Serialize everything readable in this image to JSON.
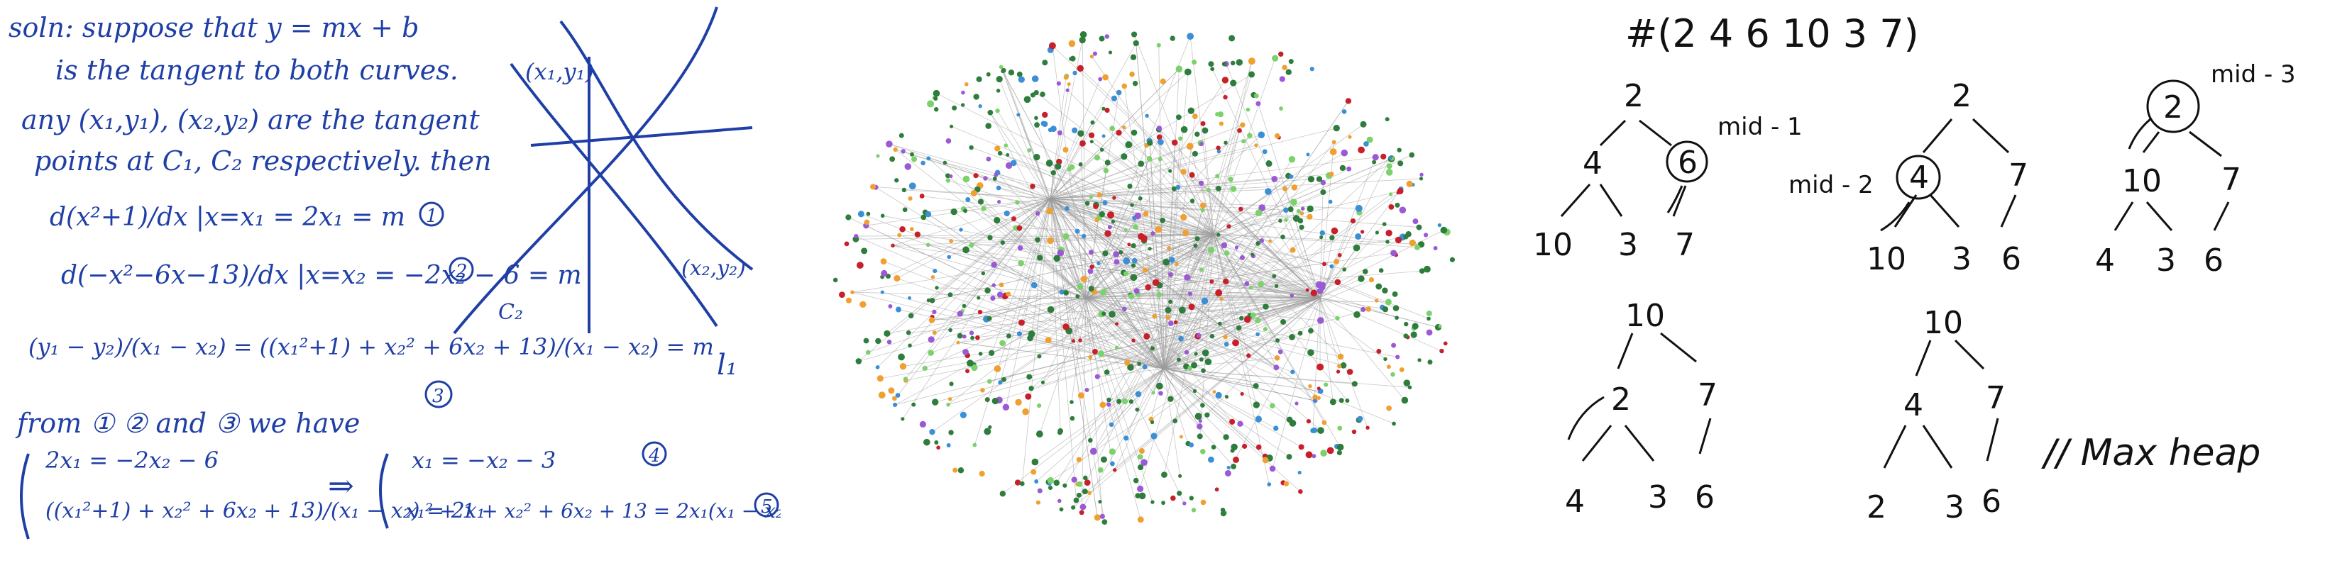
{
  "colors": {
    "ink": "#1f3fa6",
    "pencil": "#111111",
    "edge": "#9a9a9a",
    "node_green": "#2f7d3c",
    "node_blue": "#3a8fd6",
    "node_red": "#c8202a",
    "node_orange": "#f0a030",
    "node_purple": "#9b59d6",
    "node_lightgreen": "#7bd16b"
  },
  "math": {
    "line1": "soln: suppose that y = mx + b",
    "line2": "is the tangent to both curves.",
    "line3": "any (x₁,y₁), (x₂,y₂) are the tangent",
    "line4": "points at C₁, C₂ respectively. then",
    "eq1": "d(x²+1)/dx |x=x₁ = 2x₁ = m",
    "eq1_tag": "1",
    "eq2": "d(−x²−6x−13)/dx |x=x₂ = −2x₂ − 6 = m",
    "eq2_tag": "2",
    "eq3": "(y₁ − y₂)/(x₁ − x₂) = ((x₁²+1) + x₂² + 6x₂ + 13)/(x₁ − x₂) = m",
    "eq3_l1": "l₁",
    "eq3_tag": "3",
    "line_from": "from ① ② and ③ we have",
    "sys_left_1": "2x₁ = −2x₂ − 6",
    "sys_left_2": "((x₁²+1) + x₂² + 6x₂ + 13)/(x₁ − x₂) = 2x₁",
    "arrow": "⇒",
    "sys_right_1": "x₁ = −x₂ − 3",
    "sys_right_1_tag": "4",
    "sys_right_2": "x₁² + 1 + x₂² + 6x₂ + 13 = 2x₁(x₁ − x₂)",
    "sys_right_2_tag": "5",
    "point1": "(x₁,y₁)",
    "point2": "(x₂,y₂)",
    "curve_c2": "C₂",
    "curve_l1": "l₁"
  },
  "heap": {
    "title": "#(2  4  6  10  3  7)",
    "tree1": {
      "root": "2",
      "left": "4",
      "right": "6",
      "ll": "10",
      "lr": "3",
      "rl": "7",
      "note": "mid - 1"
    },
    "tree2": {
      "root": "2",
      "left": "4",
      "right": "7",
      "ll": "10",
      "lr": "3",
      "rl": "6",
      "note": "mid - 2"
    },
    "tree3": {
      "root": "2",
      "left": "10",
      "right": "7",
      "ll": "4",
      "lr": "3",
      "rl": "6",
      "note": "mid - 3"
    },
    "tree4": {
      "root": "10",
      "left": "2",
      "right": "7",
      "ll": "4",
      "lr": "3",
      "rl": "6"
    },
    "tree5": {
      "root": "10",
      "left": "4",
      "right": "7",
      "ll": "2",
      "lr": "3",
      "rl": "6"
    },
    "caption": "// Max heap"
  }
}
